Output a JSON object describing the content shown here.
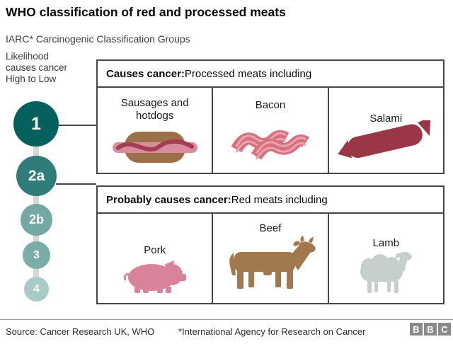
{
  "header": {
    "title": "WHO classification of red and processed meats",
    "subtitle": "IARC* Carcinogenic Classification Groups"
  },
  "scale": {
    "label": "Likelihood\ncauses cancer\nHigh to Low",
    "groups": [
      {
        "id": "1",
        "color": "#04605c"
      },
      {
        "id": "2a",
        "color": "#2f7d79"
      },
      {
        "id": "2b",
        "color": "#73a8a4"
      },
      {
        "id": "3",
        "color": "#7aaca8"
      },
      {
        "id": "4",
        "color": "#a9cbc8"
      }
    ]
  },
  "boxes": [
    {
      "heading_bold": "Causes cancer:",
      "heading_rest": " Processed meats including",
      "items": [
        {
          "label": "Sausages and hotdogs",
          "icon": "hotdog-icon"
        },
        {
          "label": "Bacon",
          "icon": "bacon-icon"
        },
        {
          "label": "Salami",
          "icon": "salami-icon"
        }
      ]
    },
    {
      "heading_bold": "Probably causes cancer:",
      "heading_rest": " Red meats including",
      "items": [
        {
          "label": "Pork",
          "icon": "pig-icon"
        },
        {
          "label": "Beef",
          "icon": "cow-icon"
        },
        {
          "label": "Lamb",
          "icon": "sheep-icon"
        }
      ]
    }
  ],
  "footer": {
    "source": "Source: Cancer Research UK, WHO",
    "note": "*International Agency for Research on Cancer",
    "logo_letters": [
      "B",
      "B",
      "C"
    ]
  },
  "colors": {
    "box_border": "#474747",
    "spine": "#d7d7d7",
    "hotdog_bun": "#9b7148",
    "hotdog_sausage": "#d88c9e",
    "hotdog_squiggle": "#a33e52",
    "bacon": "#d8707f",
    "bacon_streak": "#e9a5af",
    "salami": "#993747",
    "pig": "#d8839a",
    "cow": "#a2794e",
    "sheep": "#c7cfcb",
    "bbc_block": "#8a8a8a"
  }
}
